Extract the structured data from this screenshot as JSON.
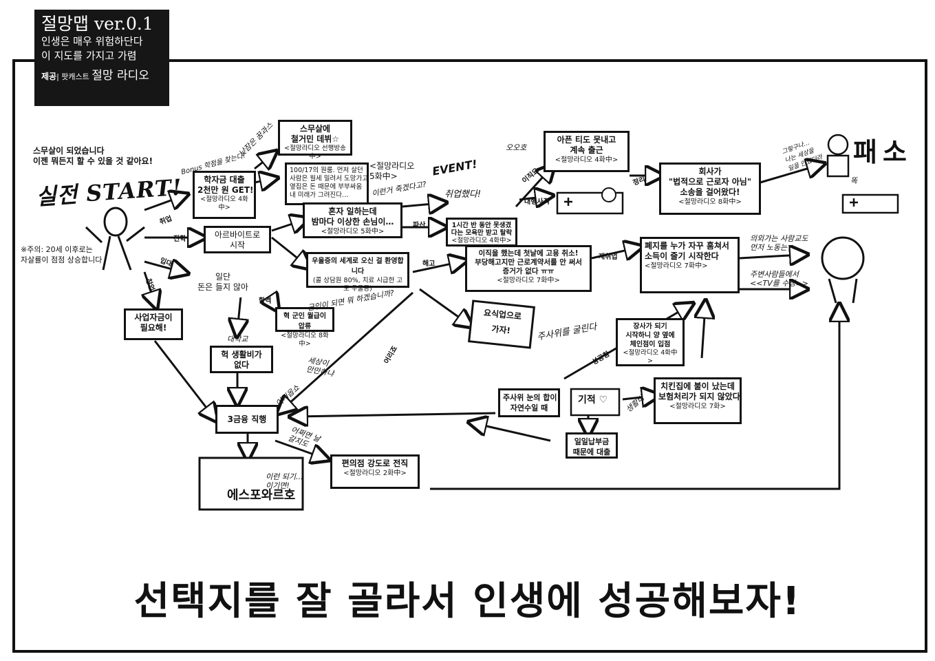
{
  "header": {
    "title": "절망맵 ver.0.1",
    "line1": "인생은 매우 위험하단다",
    "line2": "이 지도를 가지고 가렴",
    "credit_label": "제공",
    "credit_source": "팟캐스트",
    "credit_name": "절망 라디오"
  },
  "start": {
    "intro": "스무살이 되었습니다\n이젠 뭐든지 할 수 있을 것 같아요!",
    "label": "실전 START!",
    "caution": "※주의: 20세 이후로는\n자살률이 점점 상승합니다"
  },
  "nodes": {
    "debut": {
      "title": "스무살에\n철거민 데뷔☆",
      "source": "<절망라디오 선행방송中>"
    },
    "loan": {
      "title": "학자금 대출\n2천만 원 GET!",
      "source": "<절망라디오 4화 中>"
    },
    "eviction": {
      "title": "100/17의 원룸. 먼저 살던\n사람은 월세 밀려서 도망가고\n옆집은 돈 때문에 부부싸움\n내 미래가 그려진다…",
      "source": "<절망라디오\n5화中>"
    },
    "alone": {
      "title": "혼자 일하는데\n밤마다 이상한 손님이…",
      "source": "<절망라디오 5화中>"
    },
    "parttime": {
      "title": "아르바이트로\n시작"
    },
    "depression": {
      "title": "우울증의 세계로 오신 걸 환영합니다",
      "source": "(콜 상담원 80%, 치료 시급한 고도 우울증)"
    },
    "first": {
      "title": "일단\n돈은 들지 않아"
    },
    "salary": {
      "title": "혁 군인 월급이 압류",
      "source": "<절망라디오 8화中>"
    },
    "business": {
      "title": "사업자금이\n필요해!"
    },
    "living": {
      "title": "헉 생활비가\n없다"
    },
    "finance": {
      "title": "3금융 직행"
    },
    "convenience": {
      "title": "편의점 강도로 전직",
      "source": "<절망라디오 2화中>"
    },
    "lottery_land": {
      "title": "에스포와르호"
    },
    "hour": {
      "title": "1시간 반 동안 못생겼\n다는 모욕만 받고 탈락",
      "source": "<절망라디오 4화中>"
    },
    "sick": {
      "title": "아픈 티도 못내고\n계속 출근",
      "source": "<절망라디오 4화中>"
    },
    "company": {
      "title": "회사가\n\"법적으로 근로자 아님\"\n소송을 걸어왔다!",
      "source": "<절망라디오 8화中>"
    },
    "job": {
      "title": "이직을 했는데 첫날에 고용 취소!\n부당해고지만 근로계약서를 안 써서\n증거가 없다 ㅠㅠ",
      "source": "<절망라디오 7화中>"
    },
    "waste": {
      "title": "폐지를 누가 자꾸 훔쳐서\n소득이 줄기 시작한다",
      "source": "<절망라디오 7화中>"
    },
    "food": {
      "title": "요식업으로\n가자!"
    },
    "shop": {
      "title": "장사가 되기\n시작하니 양 옆에\n체인점이 입점",
      "source": "<절망라디오 4화中>"
    },
    "chicken": {
      "title": "치킨집에 불이 났는데\n보험처리가 되지 않았다",
      "source": "<절망라디오 7화>"
    },
    "dice": {
      "title": "주사위 눈의 합이\n자연수일 때"
    },
    "daily": {
      "title": "일일납부금\n때문에 대출"
    },
    "miracle": {
      "title": "기적 ♡"
    }
  },
  "labels": {
    "employment": "취업",
    "career": "진학",
    "enlist": "입대",
    "startup": "창업",
    "pass": "합격",
    "event": "EVENT!",
    "bankrupt": "파산",
    "fired": "해고",
    "age": "어리죠",
    "success": "성공함",
    "retire": "이직요",
    "grave": "정리",
    "coma": "대행사직",
    "restart": "재취업"
  },
  "hand": {
    "h1": "낮잠은 꿈과스",
    "h2": "이런거 죽겠다고?",
    "h3": "Bonus 학점을 찾는다!",
    "h4": "대학교",
    "h5": "군인이 되면 뭐 하겠습니까?",
    "h6": "주사위를 굴린다",
    "h7": "어서옵쇼",
    "h8": "세상이\n만만하냐",
    "h9": "이런 되기...\n이기면!",
    "h10": "어쩌면 날\n갈지도",
    "h11": "의외가는 사람교도\n먼저 노동는",
    "h12": "주변사람들에서\n<<TV를 수정>>",
    "h13": "그렇구나…\n나는 세상을\n일을 안했더라",
    "h14": "똑",
    "h15": "오오호",
    "h16": "취업했다!",
    "h17": "생활비"
  },
  "defeat": "패소",
  "slogan": "선택지를 잘 골라서 인생에 성공해보자!"
}
